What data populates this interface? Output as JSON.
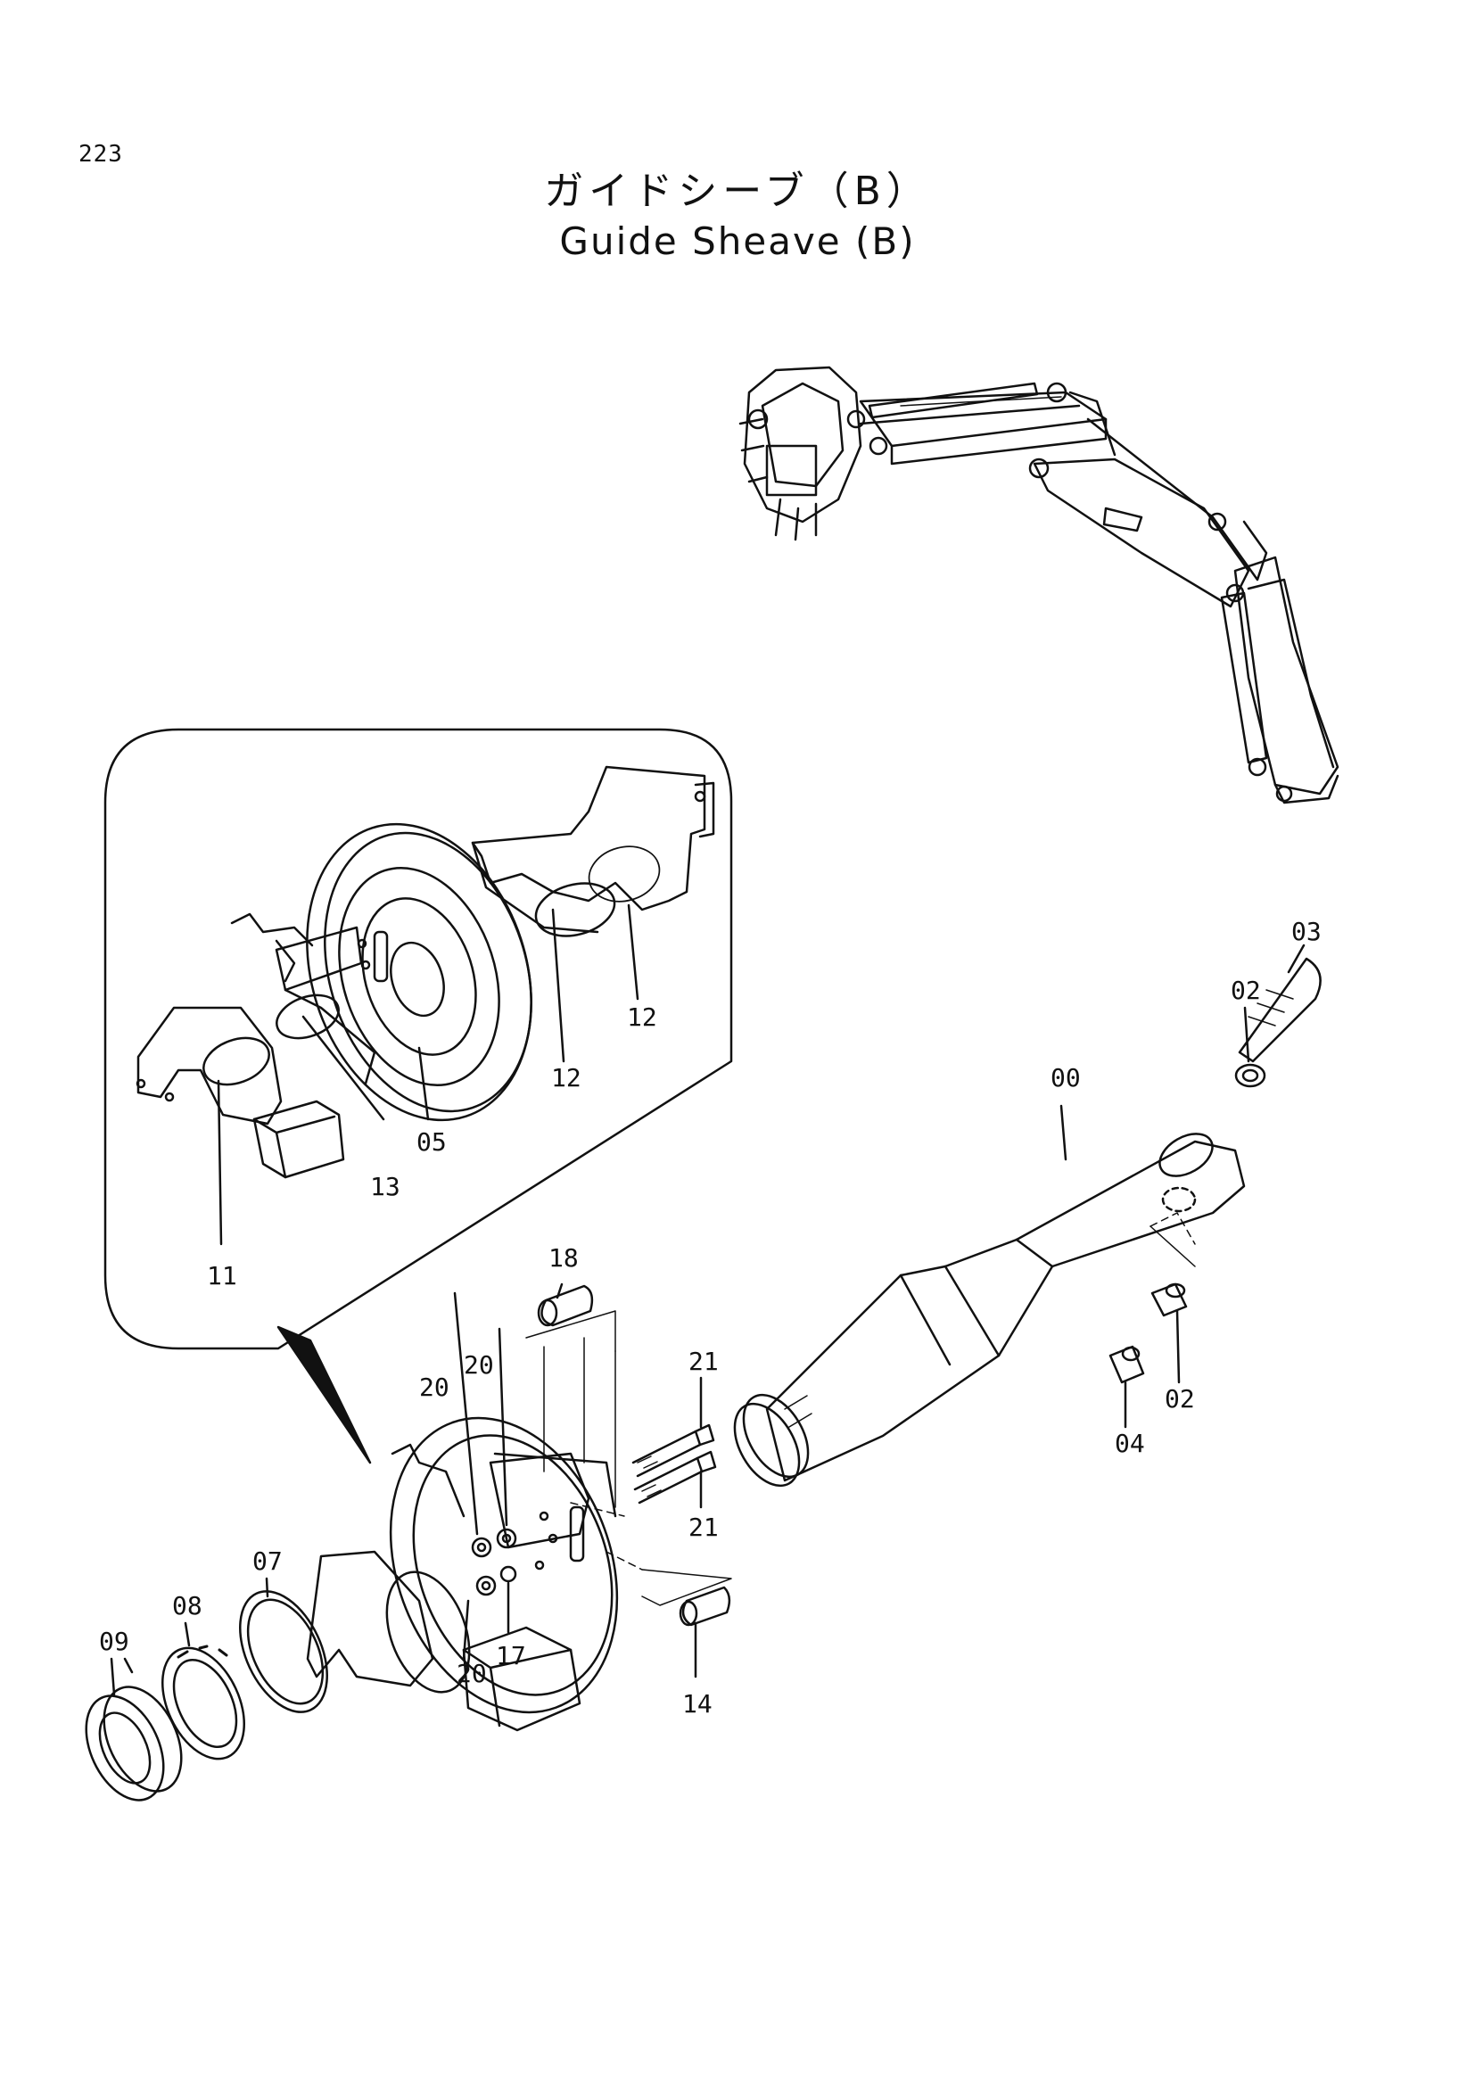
{
  "page": {
    "number": "223",
    "title_jp": "ガイドシーブ（B）",
    "title_en": "Guide Sheave (B)"
  },
  "labels": {
    "p00": "00",
    "p02a": "02",
    "p02b": "02",
    "p03": "03",
    "p04": "04",
    "p05": "05",
    "p07": "07",
    "p08": "08",
    "p09": "09",
    "p11": "11",
    "p12a": "12",
    "p12b": "12",
    "p13": "13",
    "p14": "14",
    "p17": "17",
    "p18": "18",
    "p20a": "20",
    "p20b": "20",
    "p20c": "20",
    "p21a": "21",
    "p21b": "21"
  }
}
